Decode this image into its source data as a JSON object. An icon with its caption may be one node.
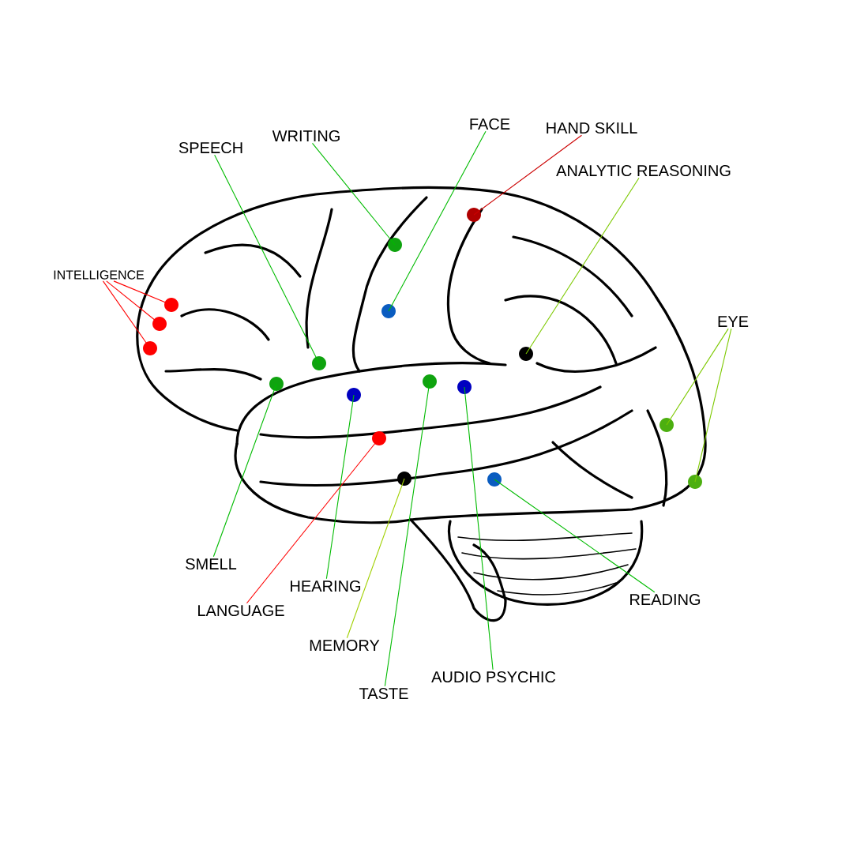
{
  "diagram": {
    "nodes": [
      {
        "text": [
          "FACE"
        ]
      },
      {
        "text": [
          "HAND SKILL"
        ]
      },
      {
        "text": [
          "WRITING"
        ]
      },
      {
        "text": [
          "SPEECH"
        ]
      },
      {
        "text": [
          "ANALYTIC REASONING"
        ]
      },
      {
        "text": [
          "INTELLIGENCE"
        ]
      },
      {
        "text": [
          "EYE"
        ]
      },
      {
        "text": [
          "SMELL"
        ]
      },
      {
        "text": [
          "HEARING"
        ]
      },
      {
        "text": [
          "READING"
        ]
      },
      {
        "text": [
          "LANGUAGE"
        ]
      },
      {
        "text": [
          "MEMORY"
        ]
      },
      {
        "text": [
          "AUDIO PSYCHIC"
        ]
      },
      {
        "text": [
          "TASTE"
        ]
      },
      {
        "text": [],
        "shape": "circle"
      },
      {
        "text": [],
        "shape": "circle"
      },
      {
        "text": [],
        "shape": "circle"
      },
      {
        "text": [],
        "shape": "circle"
      },
      {
        "text": [],
        "shape": "circle"
      },
      {
        "text": [],
        "shape": "circle"
      },
      {
        "text": [],
        "shape": "circle"
      },
      {
        "text": [],
        "shape": "circle"
      },
      {
        "text": [],
        "shape": "circle"
      },
      {
        "text": [],
        "shape": "circle"
      },
      {
        "text": [],
        "shape": "circle"
      },
      {
        "text": [],
        "shape": "circle"
      },
      {
        "text": [],
        "shape": "circle"
      },
      {
        "text": [],
        "shape": "circle"
      },
      {
        "text": [],
        "shape": "circle"
      },
      {
        "text": [],
        "shape": "circle"
      },
      {
        "text": [],
        "shape": "circle"
      }
    ],
    "edges": [
      {
        "from": 0,
        "to": 21,
        "arrow": "none"
      },
      {
        "from": 1,
        "to": 26,
        "arrow": "none",
        "color": "#cc0000"
      },
      {
        "from": 2,
        "to": 22,
        "arrow": "none"
      },
      {
        "from": 3,
        "to": 18,
        "arrow": "none"
      },
      {
        "from": 4,
        "to": 28,
        "arrow": "none",
        "color": "#7dc900"
      },
      {
        "from": 5,
        "to": 14,
        "arrow": "none",
        "color": "#ff0000"
      },
      {
        "from": 5,
        "to": 15,
        "arrow": "none",
        "color": "#ff0000"
      },
      {
        "from": 5,
        "to": 16,
        "arrow": "none",
        "color": "#ff0000"
      },
      {
        "from": 6,
        "to": 29,
        "arrow": "none",
        "color": "#7dc900"
      },
      {
        "from": 6,
        "to": 30,
        "arrow": "none",
        "color": "#7dc900"
      },
      {
        "from": 7,
        "to": 17,
        "arrow": "none"
      },
      {
        "from": 8,
        "to": 19,
        "arrow": "none"
      },
      {
        "from": 9,
        "to": 27,
        "arrow": "none"
      },
      {
        "from": 10,
        "to": 20,
        "arrow": "none",
        "color": "#ff0000"
      },
      {
        "from": 11,
        "to": 23,
        "arrow": "none",
        "color": "#a0d000"
      },
      {
        "from": 12,
        "to": 25,
        "arrow": "none"
      },
      {
        "from": 13,
        "to": 24,
        "arrow": "none"
      }
    ]
  }
}
